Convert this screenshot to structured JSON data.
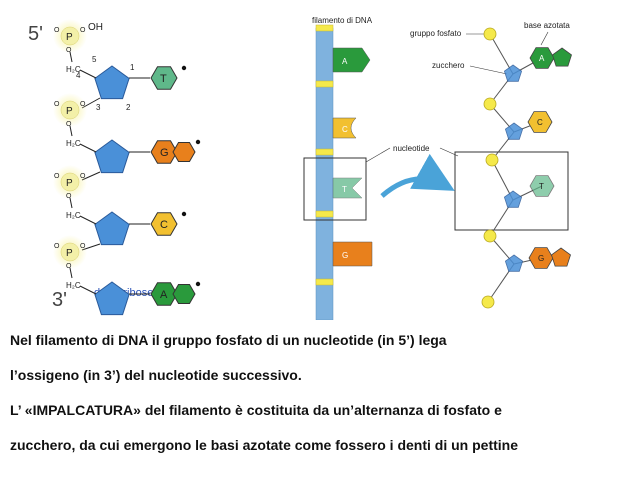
{
  "diagram": {
    "left": {
      "label_5prime": "5'",
      "label_3prime": "3'",
      "oh_top": "OH",
      "p_label": "P",
      "o_label": "O",
      "ch2_label": "H₂C",
      "carbon_5": "5",
      "carbon_4": "4",
      "carbon_3": "3",
      "carbon_2": "2",
      "carbon_1": "1",
      "deoxyribose_label": "deoxyribose",
      "bases": [
        "T",
        "G",
        "C",
        "A"
      ]
    },
    "right": {
      "strand_label": "filamento di DNA",
      "phosphate_label": "gruppo fosfato",
      "base_label": "base azotata",
      "sugar_label": "zucchero",
      "nucleotide_label": "nucleotide",
      "strand_bases": [
        "A",
        "C",
        "T",
        "G"
      ],
      "chain_bases": [
        "A",
        "C",
        "T",
        "G"
      ]
    },
    "colors": {
      "phosphate": "#f5e94a",
      "phosphate_glow": "#f3f0a8",
      "sugar": "#4a90d8",
      "base_T": "#5fb88a",
      "base_G": "#e8801c",
      "base_C": "#f2c030",
      "base_A": "#2a9a3c",
      "strand": "#7fb2de"
    }
  },
  "caption": {
    "line1": "Nel filamento di DNA  il gruppo fosfato di un nucleotide (in 5’) lega",
    "line2": "l’ossigeno  (in 3’) del nucleotide successivo.",
    "line3": "L’ «IMPALCATURA» del filamento è costituita da un’alternanza di  fosfato e",
    "line4": "zucchero, da cui emergono le basi azotate come fossero i denti di un pettine"
  }
}
